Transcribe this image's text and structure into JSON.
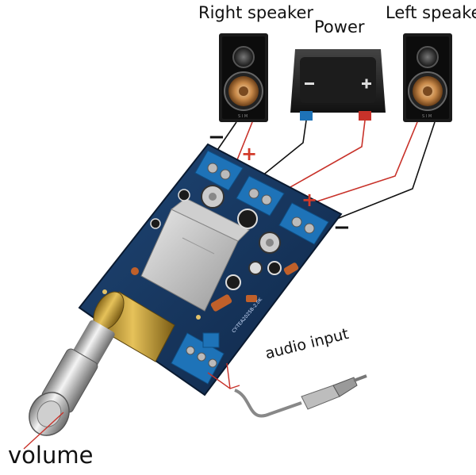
{
  "labels": {
    "right_speaker": "Right speaker",
    "power": "Power",
    "left_speaker": "Left speaker",
    "audio_input": "audio input",
    "volume": "volume"
  },
  "signs": {
    "minus": "−",
    "plus": "+"
  },
  "colors": {
    "board": "#17365f",
    "terminal_block": "#1e73b8",
    "wire_red": "#c8322a",
    "wire_black": "#111111",
    "speaker_cone": "#c98a4a"
  }
}
